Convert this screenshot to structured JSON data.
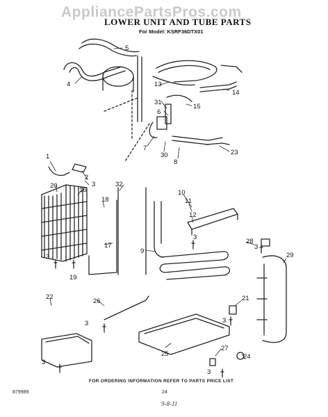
{
  "watermark": "AppliancePartsPros.com",
  "title": "LOWER UNIT AND TUBE PARTS",
  "subtitle": "For Model: KSRF36DTX01",
  "footer": "FOR ORDERING INFORMATION REFER TO PARTS PRICE LIST",
  "doc_number": "879989",
  "page_number": "24",
  "handwritten_date": "9-8-11",
  "callouts": [
    "5",
    "4",
    "13",
    "14",
    "31",
    "6",
    "15",
    "7",
    "30",
    "8",
    "23",
    "1",
    "2",
    "3",
    "20",
    "16",
    "18",
    "32",
    "10",
    "11",
    "12",
    "3",
    "17",
    "3",
    "19",
    "9",
    "28",
    "3",
    "29",
    "26",
    "21",
    "22",
    "3",
    "3",
    "25",
    "27",
    "3",
    "24",
    "3"
  ]
}
